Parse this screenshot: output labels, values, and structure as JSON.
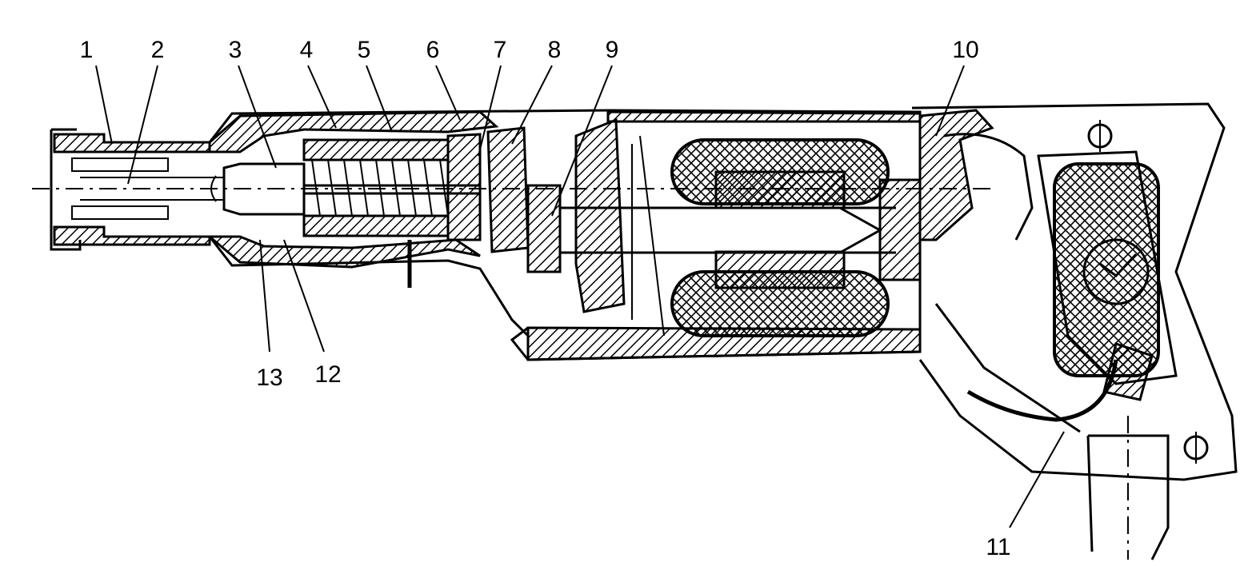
{
  "labels": {
    "l1": "1",
    "l2": "2",
    "l3": "3",
    "l4": "4",
    "l5": "5",
    "l6": "6",
    "l7": "7",
    "l8": "8",
    "l9": "9",
    "l10": "10",
    "l11": "11",
    "l12": "12",
    "l13": "13"
  },
  "colors": {
    "ink": "#000000",
    "paper": "#ffffff"
  }
}
